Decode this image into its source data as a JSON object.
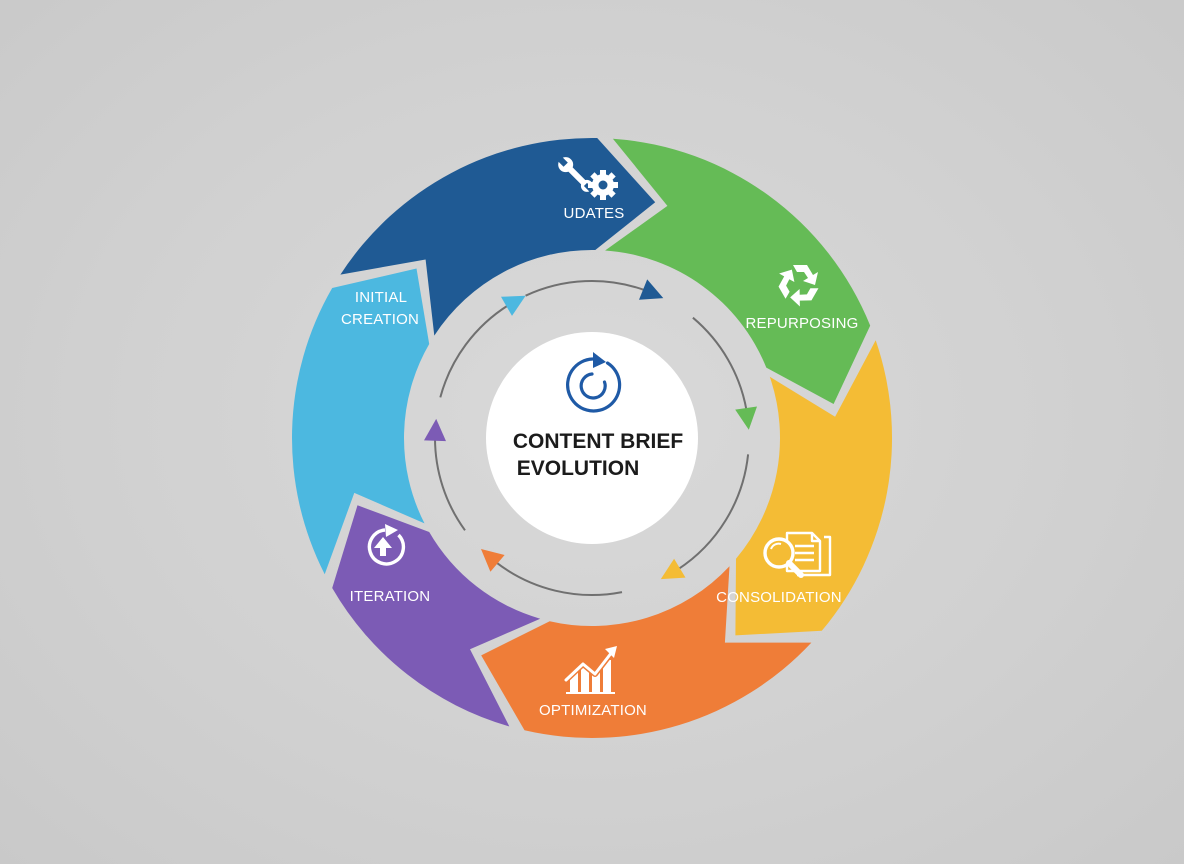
{
  "hub": {
    "title_line1": "CONTENT BRIEF",
    "title_line2": "EVOLUTION",
    "icon": "refresh-cycle-icon",
    "icon_color": "#1f5aa6"
  },
  "stages": [
    {
      "id": "initial-creation",
      "label_lines": [
        "INITIAL",
        "CREATION"
      ],
      "color": "#4cb8e0",
      "icon": "none"
    },
    {
      "id": "updates",
      "label_lines": [
        "UDATES"
      ],
      "color": "#1f5a94",
      "icon": "wrench-gear-icon"
    },
    {
      "id": "repurposing",
      "label_lines": [
        "REPURPOSING"
      ],
      "color": "#65bb56",
      "icon": "recycle-icon"
    },
    {
      "id": "consolidation",
      "label_lines": [
        "CONSOLIDATION"
      ],
      "color": "#f4bc35",
      "icon": "magnifier-documents-icon"
    },
    {
      "id": "optimization",
      "label_lines": [
        "OPTIMIZATION"
      ],
      "color": "#ef7d38",
      "icon": "growth-chart-icon"
    },
    {
      "id": "iteration",
      "label_lines": [
        "ITERATION"
      ],
      "color": "#7c5bb5",
      "icon": "refresh-up-icon"
    }
  ],
  "inner_ring": {
    "stroke_color": "#707070",
    "arrow_colors": [
      "#1f5a94",
      "#65bb56",
      "#f4bc35",
      "#ef7d38",
      "#7c5bb5",
      "#4cb8e0"
    ]
  }
}
